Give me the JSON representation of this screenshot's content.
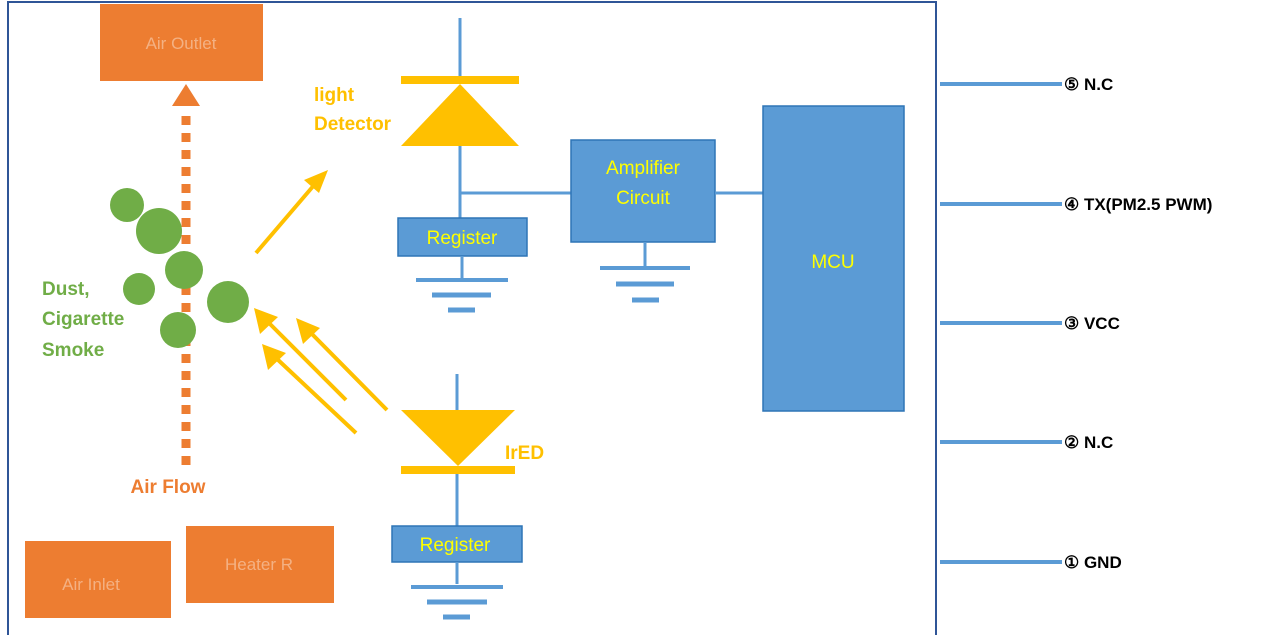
{
  "labels": {
    "air_outlet": "Air Outlet",
    "air_inlet": "Air Inlet",
    "heater": "Heater R",
    "air_flow": "Air Flow",
    "dust_line1": "Dust,",
    "dust_line2": "Cigarette",
    "dust_line3": "Smoke",
    "light_line1": "light",
    "light_line2": "Detector",
    "ired": "IrED",
    "register_top": "Register",
    "register_bottom": "Register",
    "amplifier_line1": "Amplifier",
    "amplifier_line2": "Circuit",
    "mcu": "MCU"
  },
  "pins": [
    {
      "label": "⑤ N.C"
    },
    {
      "label": "④ TX(PM2.5 PWM)"
    },
    {
      "label": "③ VCC"
    },
    {
      "label": "② N.C"
    },
    {
      "label": "① GND"
    }
  ],
  "colors": {
    "orange": "#ed7d31",
    "gold": "#ffc000",
    "blue_fill": "#5b9bd5",
    "blue_border": "#2e75b6",
    "green": "#70ad47",
    "frame": "#2f5597"
  }
}
